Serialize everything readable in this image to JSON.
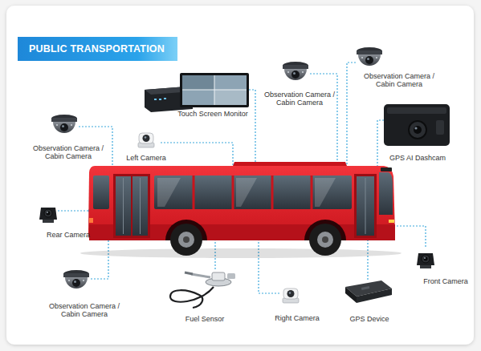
{
  "diagram": {
    "title": "PUBLIC TRANSPORTATION",
    "labels": [
      "Observation Camera / Cabin Camera",
      "Observation Camera / Cabin Camera",
      "Touch Screen Monitor",
      "Observation Camera / Cabin Camera",
      "Left Camera",
      "GPS AI Dashcam",
      "Rear Camera",
      "Front Camera",
      "Observation Camera / Cabin Camera",
      "Right Camera",
      "Fuel Sensor",
      "GPS Device"
    ]
  }
}
